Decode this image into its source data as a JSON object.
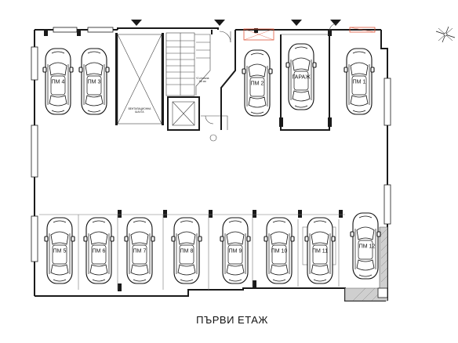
{
  "title": "ПЪРВИ   ЕТАЖ",
  "spaces": [
    {
      "id": "pm4",
      "label": "ПМ 4"
    },
    {
      "id": "pm3",
      "label": "ПМ 3"
    },
    {
      "id": "pm2",
      "label": "ПМ 2"
    },
    {
      "id": "garage",
      "label": "ГАРАЖ"
    },
    {
      "id": "pm1",
      "label": "ПМ 1"
    },
    {
      "id": "pm5",
      "label": "ПМ 5"
    },
    {
      "id": "pm6",
      "label": "ПМ 6"
    },
    {
      "id": "pm7",
      "label": "ПМ 7"
    },
    {
      "id": "pm8",
      "label": "ПМ 8"
    },
    {
      "id": "pm9",
      "label": "ПМ 9"
    },
    {
      "id": "pm10",
      "label": "ПМ 10"
    },
    {
      "id": "pm11",
      "label": "ПМ 11"
    },
    {
      "id": "pm12",
      "label": "ПМ 12"
    }
  ],
  "notes": {
    "shaft_line1": "ВЕНТИЛАЦИОННА",
    "shaft_line2": "ШАХТА",
    "stair_note_line1": "+2 стъпала",
    "stair_note_line2": "18/ см"
  },
  "colors": {
    "line": "#1a1a1a",
    "accent": "#e0553a"
  }
}
